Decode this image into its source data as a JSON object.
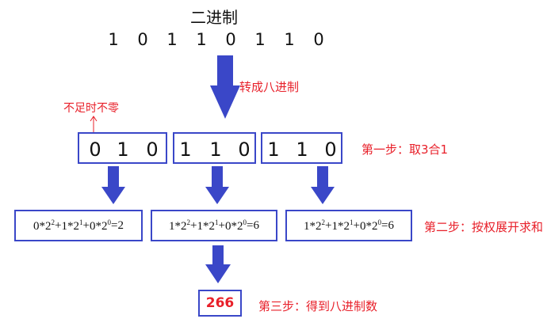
{
  "title": "二进制",
  "binary": [
    "1",
    "0",
    "1",
    "1",
    "0",
    "1",
    "1",
    "0"
  ],
  "convert_label": "转成八进制",
  "pad_note": "不足时不零",
  "groups": [
    [
      "0",
      "1",
      "0"
    ],
    [
      "1",
      "1",
      "0"
    ],
    [
      "1",
      "1",
      "0"
    ]
  ],
  "step1": "第一步：取3合1",
  "formulas": [
    {
      "terms": [
        [
          "0",
          "2",
          "2"
        ],
        [
          "1",
          "2",
          "1"
        ],
        [
          "0",
          "2",
          "0"
        ]
      ],
      "result": "2"
    },
    {
      "terms": [
        [
          "1",
          "2",
          "2"
        ],
        [
          "1",
          "2",
          "1"
        ],
        [
          "0",
          "2",
          "0"
        ]
      ],
      "result": "6"
    },
    {
      "terms": [
        [
          "1",
          "2",
          "2"
        ],
        [
          "1",
          "2",
          "1"
        ],
        [
          "0",
          "2",
          "0"
        ]
      ],
      "result": "6"
    }
  ],
  "step2": "第二步：按权展开求和",
  "result": "266",
  "step3": "第三步：得到八进制数",
  "colors": {
    "arrow": "#3a47c8",
    "note": "#e8202a"
  }
}
